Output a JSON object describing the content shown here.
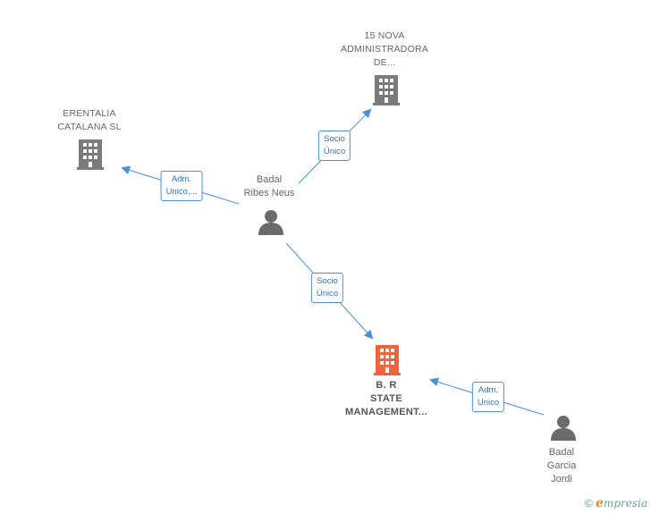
{
  "nodes": {
    "erentalia": {
      "name": [
        "ERENTALIA",
        "CATALANA SL"
      ],
      "type": "company",
      "color": "#7a7a7a"
    },
    "nova": {
      "name": [
        "15 NOVA",
        "ADMINISTRADORA",
        "DE..."
      ],
      "type": "company",
      "color": "#7a7a7a"
    },
    "badal_ribes": {
      "name": [
        "Badal",
        "Ribes Neus"
      ],
      "type": "person",
      "color": "#6b6b6b"
    },
    "brstate": {
      "name": [
        "B. R",
        "STATE",
        "MANAGEMENT..."
      ],
      "type": "company",
      "color": "#f0643c"
    },
    "badal_garcia": {
      "name": [
        "Badal",
        "Garcia",
        "Jordi"
      ],
      "type": "person",
      "color": "#6b6b6b"
    }
  },
  "edges": {
    "adm_erentalia": {
      "lines": [
        "Adm.",
        "Unico,..."
      ]
    },
    "socio_nova": {
      "lines": [
        "Socio",
        "Único"
      ]
    },
    "socio_brstate": {
      "lines": [
        "Socio",
        "Único"
      ]
    },
    "adm_brstate": {
      "lines": [
        "Adm.",
        "Unico"
      ]
    }
  },
  "edge_color": "#4a90d9",
  "footer": {
    "copyright": "©",
    "brand_initial": "e",
    "brand_rest": "mpresia"
  }
}
